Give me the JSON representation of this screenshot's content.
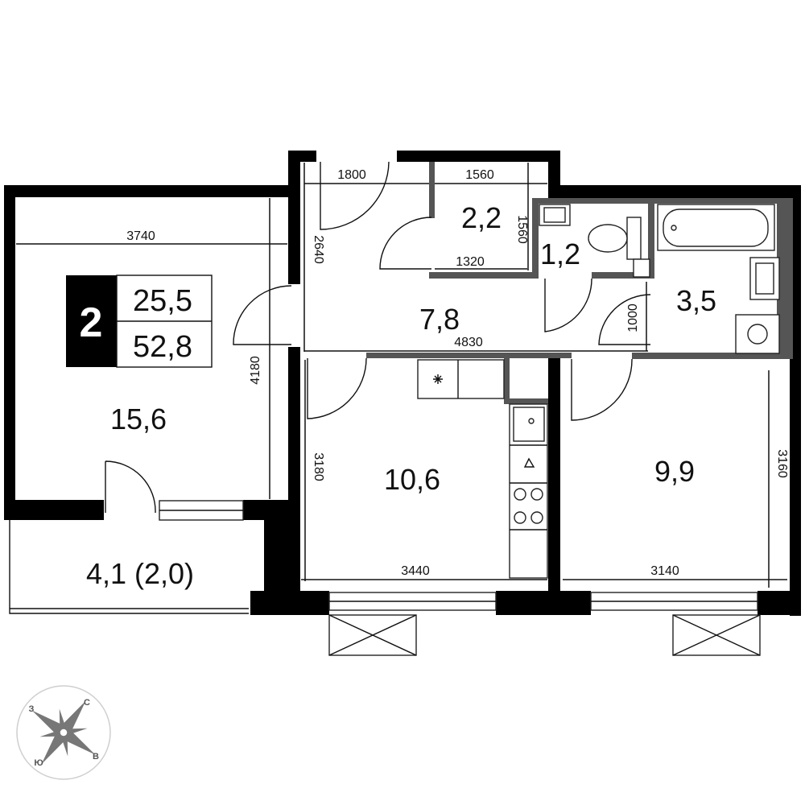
{
  "summary": {
    "rooms_count": "2",
    "living_area": "25,5",
    "total_area": "52,8"
  },
  "rooms": {
    "living_room": "15,6",
    "balcony": "4,1 (2,0)",
    "closet": "2,2",
    "toilet": "1,2",
    "hallway": "7,8",
    "bathroom": "3,5",
    "kitchen": "10,6",
    "bedroom": "9,9"
  },
  "dimensions": {
    "d1800": "1800",
    "d1560_top": "1560",
    "d1560_side": "1560",
    "d1320": "1320",
    "d3740": "3740",
    "d2640": "2640",
    "d4180": "4180",
    "d4830": "4830",
    "d1000": "1000",
    "d3180": "3180",
    "d3440": "3440",
    "d3140": "3140",
    "d3160": "3160"
  },
  "compass": {
    "north": "С",
    "south": "Ю",
    "east": "В",
    "west": "З"
  },
  "icons": {
    "compass": "compass-rose-icon",
    "washing_machine": "washing-machine-icon",
    "stove": "stove-icon",
    "sink": "sink-icon",
    "toilet": "toilet-icon",
    "bathtub": "bathtub-icon"
  },
  "colors": {
    "wall": "#000000",
    "partition": "#555555",
    "badge_bg": "#000000"
  }
}
